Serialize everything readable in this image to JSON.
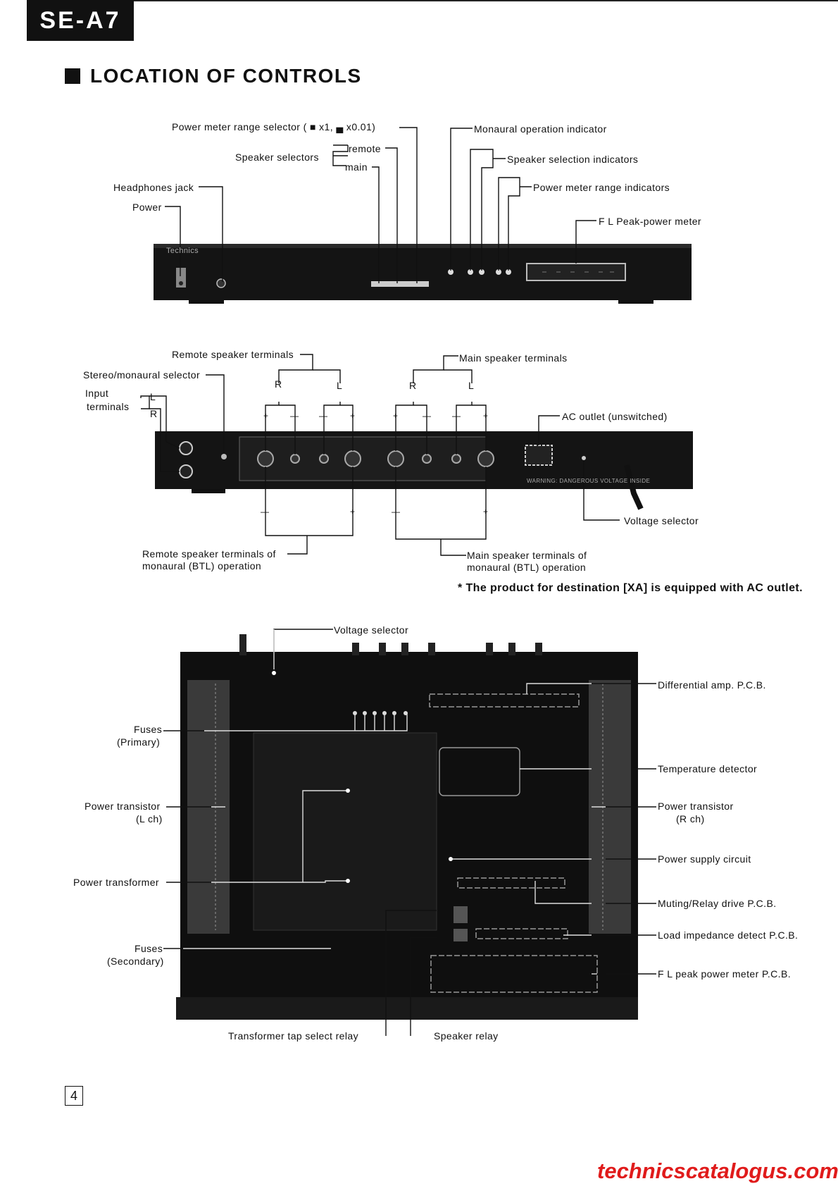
{
  "header": {
    "model": "SE-A7",
    "title": "LOCATION OF CONTROLS"
  },
  "front_panel": {
    "labels": {
      "power_meter_range_selector": "Power meter range selector ( ■ x1, ▄ x0.01)",
      "speaker_selectors": "Speaker selectors",
      "remote": "remote",
      "main": "main",
      "headphones_jack": "Headphones jack",
      "power": "Power",
      "monaural_indicator": "Monaural operation indicator",
      "speaker_selection_indicators": "Speaker selection indicators",
      "power_meter_range_indicators": "Power meter range indicators",
      "fl_peak_power_meter": "F L Peak-power meter"
    },
    "brand": "Technics"
  },
  "rear_panel": {
    "labels": {
      "remote_speaker_terminals": "Remote speaker terminals",
      "main_speaker_terminals": "Main speaker terminals",
      "stereo_monaural_selector": "Stereo/monaural selector",
      "input_terminals_line1": "Input",
      "input_terminals_line2": "terminals",
      "input_l": "L",
      "input_r": "R",
      "ch_r": "R",
      "ch_l": "L",
      "ac_outlet": "AC outlet (unswitched)",
      "voltage_selector": "Voltage selector",
      "remote_btl_line1": "Remote speaker terminals of",
      "remote_btl_line2": "monaural (BTL) operation",
      "main_btl_line1": "Main speaker terminals of",
      "main_btl_line2": "monaural (BTL) operation",
      "plus": "+",
      "minus": "—",
      "warning": "WARNING: DANGEROUS VOLTAGE INSIDE"
    },
    "note": "* The product for destination [XA] is equipped with AC outlet."
  },
  "internal_view": {
    "labels": {
      "voltage_selector": "Voltage selector",
      "differential_amp": "Differential amp. P.C.B.",
      "fuses_primary_line1": "Fuses",
      "fuses_primary_line2": "(Primary)",
      "temperature_detector": "Temperature detector",
      "power_transistor_l_line1": "Power transistor",
      "power_transistor_l_line2": "(L ch)",
      "power_transistor_r_line1": "Power transistor",
      "power_transistor_r_line2": "(R ch)",
      "power_supply_circuit": "Power supply circuit",
      "power_transformer": "Power transformer",
      "muting_relay": "Muting/Relay drive P.C.B.",
      "load_impedance": "Load impedance detect P.C.B.",
      "fuses_secondary_line1": "Fuses",
      "fuses_secondary_line2": "(Secondary)",
      "fl_peak_meter_pcb": "F L peak power meter P.C.B.",
      "transformer_tap_relay": "Transformer tap select relay",
      "speaker_relay": "Speaker relay"
    }
  },
  "footer": {
    "page_number": "4",
    "watermark": "technicscatalogus.com"
  }
}
